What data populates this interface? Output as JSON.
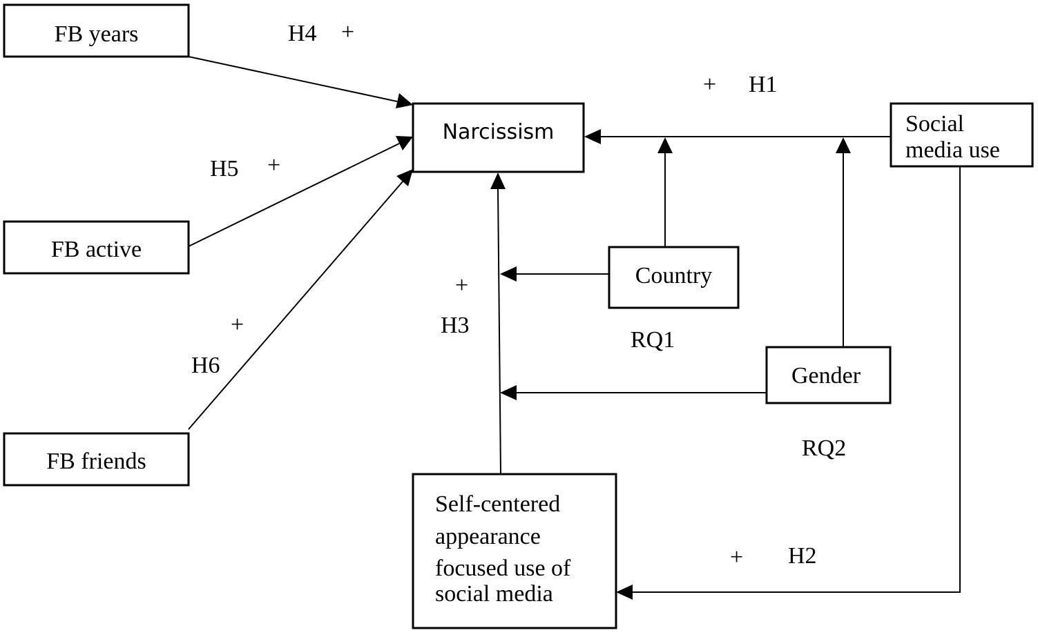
{
  "nodes": {
    "fb_years": "FB years",
    "fb_active": "FB active",
    "fb_friends": "FB friends",
    "narcissism": "Narcissism",
    "social_media_use": [
      "Social",
      "media use"
    ],
    "country": "Country",
    "gender": "Gender",
    "self_centered": [
      "Self-centered",
      "appearance",
      "focused use of",
      "social media"
    ]
  },
  "labels": {
    "h1": "H1",
    "h2": "H2",
    "h3": "H3",
    "h4": "H4",
    "h5": "H5",
    "h6": "H6",
    "rq1": "RQ1",
    "rq2": "RQ2",
    "plus": "+"
  }
}
